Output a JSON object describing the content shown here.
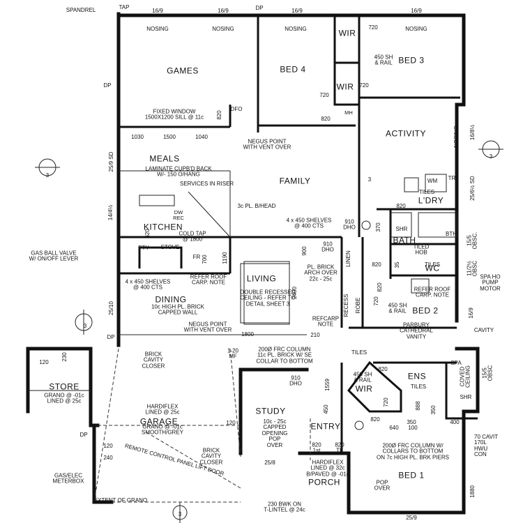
{
  "rooms": {
    "games": "GAMES",
    "bed4": "BED 4",
    "bed3": "BED 3",
    "wir_top": "WIR",
    "wir_mid": "WIR",
    "activity": "ACTIVITY",
    "meals": "MEALS",
    "family": "FAMILY",
    "kitchen": "KITCHEN",
    "ldry": "L'DRY",
    "bath": "BATH",
    "wc": "WC",
    "living": "LIVING",
    "dining": "DINING",
    "bed2": "BED 2",
    "store": "STORE",
    "garage": "GARAGE",
    "study": "STUDY",
    "entry": "ENTRY",
    "ens": "ENS",
    "wir_ens": "WIR",
    "porch": "PORCH",
    "bed1": "BED 1",
    "pty": "PTY",
    "stove": "STOVE",
    "fr": "FR",
    "linen": "LINEN",
    "robe": "ROBE",
    "recess": "RECESS",
    "shr_bath": "SHR",
    "shr_ens": "SHR",
    "bth": "BTH",
    "wm": "WM",
    "tr": "TR"
  },
  "notes": {
    "spandrel": "SPANDREL",
    "tap": "TAP",
    "dp1": "DP",
    "dp2": "DP",
    "dp3": "DP",
    "dp4": "DP",
    "d169a": "16/9",
    "d169b": "16/9",
    "d169c": "16/9",
    "d169d": "16/9",
    "nosing1": "NOSING",
    "nosing2": "NOSING",
    "nosing3": "NOSING",
    "nosing4": "NOSING",
    "nosing5": "NOSING",
    "n720a": "720",
    "n720b": "720",
    "n720c": "720",
    "sh_rail_top": "450 SH\n& RAIL",
    "mh": "MH",
    "n820a": "820",
    "n820b": "820",
    "dfo": "DFO",
    "fixed_window": "FIXED WINDOW\n1500X1200 SILL @ 11c",
    "w1030": "1030",
    "w1500": "1500",
    "w1040": "1040",
    "negus1": "NEGUS POINT\nWITH VENT OVER",
    "sd259": "25/9 SD",
    "laminate": "LAMINATE CUPB'D BACK\nW/- 150 O/HANG",
    "services": "SERVICES IN RISER",
    "dw_rec": "DW\nREC",
    "plbhead": "3c PL. B/HEAD",
    "shelves1": "4 x 450 SHELVES\n@ 400 CTS",
    "d910dho1": "910\nDHO",
    "n370": "370",
    "d1414": "14/4½",
    "n620": "620",
    "cold_tap": "COLD TAP\n@ 1800",
    "n700": "700",
    "n1190": "1190",
    "n900": "900",
    "d910dho2": "910\nDHO",
    "gas_ball": "GAS BALL VALVE\nW/ ON/OFF LEVER",
    "shelves2": "4 x 450 SHELVES\n@ 400 CTS",
    "refer1": "REFER ROOF\nCARP. NOTE",
    "pl_brick_arch": "PL. BRICK\nARCH OVER\n22c - 25c",
    "double_recessed": "DOUBLE RECESSED\nCEILING - REFER TO\nDETAIL SHEET 3",
    "n2400": "2400",
    "capped_wall": "10c HIGH PL. BRICK\nCAPPED WALL",
    "negus2": "NEGUS POINT\nWITH VENT OVER",
    "refcarp": "REFCARP\nNOTE",
    "d2510": "25/10",
    "n1800": "1800",
    "n210": "210",
    "parbury": "PARBURY\nCATHEDRAL\nVANITY",
    "refer2": "REFER ROOF\nCARP. NOTE",
    "sh_rail_bed2": "450 SH\n& RAIL",
    "spa_hot": "SPA HO\nPUMP\nMOTOR",
    "d169_side": "16/9",
    "cavity": "CAVITY",
    "tiles1": "TILES",
    "tiles2": "TILES",
    "tiles3": "TILES",
    "tiled_hob": "TILED\nHOB",
    "n16812": "16/8½",
    "sd2561": "25/6½ SD",
    "obsc1": "15/5\nOBSC.",
    "obsc2": "11/2½\nOBSC",
    "n35": "35",
    "n820c": "820",
    "n820d": "820",
    "n820e": "820",
    "n720d": "720",
    "n720e": "720",
    "n820f": "820",
    "n120a": "120",
    "n230": "230",
    "grano1": "GRANO @ -01c\nLINED @ 25c",
    "brick_cavity1": "BRICK\nCAVITY\nCLOSER",
    "frc_column1": "200Ø FRC COLUMN\n11c PL. BRICK W/ SE\nCOLLAR TO BOTTOM",
    "d120": "1-20\nMF",
    "d910dho3": "910\nDHO",
    "n1559": "1559",
    "tiles_ens": "TILES",
    "sh_rail_ens": "450 SH\n& RAIL",
    "spa": "SPA",
    "coved": "COVED\nCEILING",
    "obsc3": "15/5\nOBSC",
    "hardiflex1": "HARDIFLEX\nLINED @ 25c",
    "grano2": "GRANO @ -01c\nSMOOTH/GREY",
    "n120b": "120",
    "n450": "450",
    "capped_opening": "10c - 25c\nCAPPED\nOPENING\nPOP\nOVER",
    "n888": "888",
    "n350a": "350",
    "n350b": "350",
    "n640": "640",
    "n100": "100",
    "n400": "400",
    "n820g": "820",
    "frc_column2": "200Ø FRC COLUMN W/\nCOLLARS TO BOTTOM\nON 7c HIGH PL. BRK PIERS",
    "cavit70": "70 CAVIT\n170L\nHWU\nCON",
    "n120c": "120",
    "n240": "240",
    "remote": "REMOTE CONTROL PANEL LIFT DOOR",
    "brick_cavity2": "BRICK\nCAVITY\nCLOSER",
    "d258": "25/8",
    "n820h": "820\n1st",
    "n820i": "820\nTF",
    "hardiflex2": "HARDIFLEX\nLINED @ 32c\nB/PAVED @ -01c",
    "pop_over": "POP\nOVER",
    "gas_elec": "GAS/ELEC\nMETERBOX",
    "extent": "EXTENT OF GRANO",
    "bwk": "230 BWK ON\nT-LINTEL @ 24c",
    "n1880": "1880",
    "d259b": "25/9",
    "sec3a": "3",
    "sec3b": "3",
    "sec3c": "3",
    "sec3d": "3",
    "sec3e": "3"
  }
}
